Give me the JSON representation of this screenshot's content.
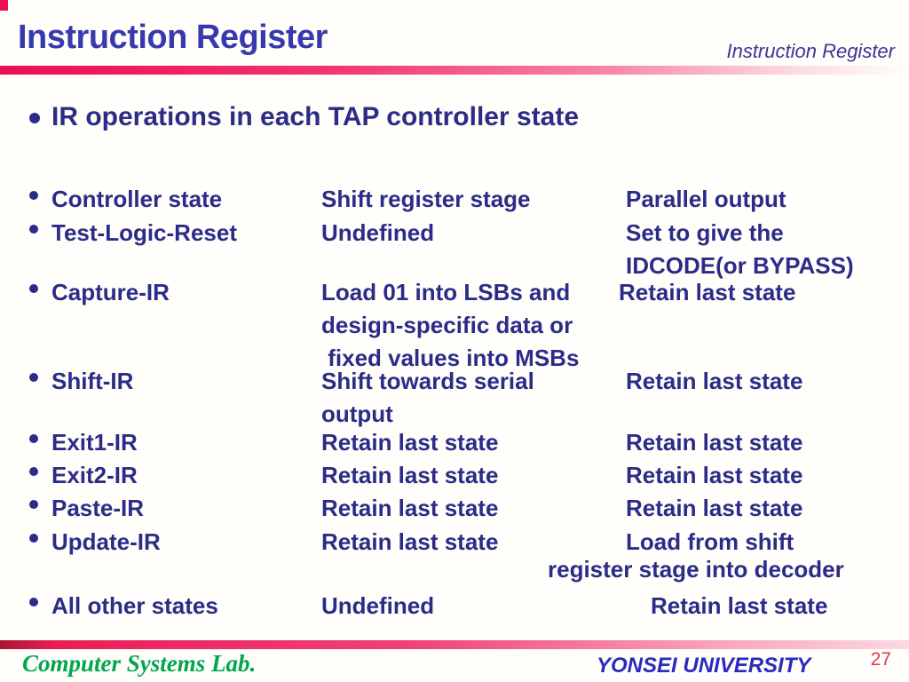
{
  "colors": {
    "accent_pink": "#EC0E57",
    "text_navy": "#2B2C87",
    "title_blue": "#3939AE",
    "running_header_purple": "#3E3595",
    "lab_green": "#00A64F",
    "university_blue": "#2A2AC0",
    "page_red": "#E13A4D"
  },
  "header": {
    "title": "Instruction Register",
    "running_title": "Instruction Register"
  },
  "content": {
    "lead": "IR operations in each TAP controller state"
  },
  "table": {
    "rows": [
      {
        "state": "Controller state",
        "shift": [
          "Shift register stage"
        ],
        "parallel": [
          "Parallel output"
        ]
      },
      {
        "state": "Test-Logic-Reset",
        "shift": [
          "Undefined"
        ],
        "parallel": [
          "Set to give the",
          "IDCODE(or BYPASS)"
        ]
      },
      {
        "state": "Capture-IR",
        "shift": [
          "Load 01 into LSBs and",
          "design-specific data or",
          " fixed values into MSBs"
        ],
        "parallel": [
          "Retain last state"
        ]
      },
      {
        "state": "Shift-IR",
        "shift": [
          "Shift towards serial",
          "output"
        ],
        "parallel": [
          "Retain last state"
        ]
      },
      {
        "state": "Exit1-IR",
        "shift": [
          "Retain last state"
        ],
        "parallel": [
          "Retain last state"
        ]
      },
      {
        "state": "Exit2-IR",
        "shift": [
          "Retain last state"
        ],
        "parallel": [
          "Retain last state"
        ]
      },
      {
        "state": "Paste-IR",
        "shift": [
          "Retain last state"
        ],
        "parallel": [
          "Retain last state"
        ]
      },
      {
        "state": "Update-IR",
        "shift": [
          "Retain last state"
        ],
        "parallel": [
          "Load from shift",
          "register stage into decoder"
        ]
      },
      {
        "state": "All other states",
        "shift": [
          "Undefined"
        ],
        "parallel": [
          "Retain last state"
        ]
      }
    ]
  },
  "footer": {
    "lab": "Computer Systems Lab.",
    "university": "YONSEI UNIVERSITY",
    "page": "27"
  }
}
